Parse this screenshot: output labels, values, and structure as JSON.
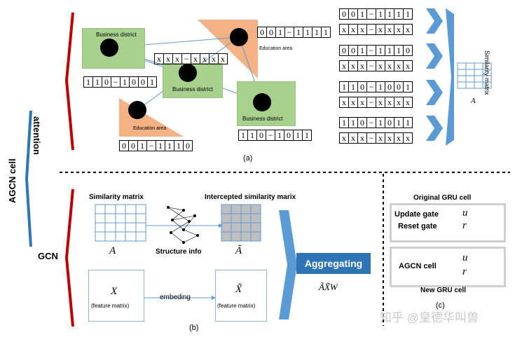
{
  "side_labels": {
    "agcn_cell": "AGCN cell",
    "attention": "attention",
    "gcn": "GCN"
  },
  "panel_a": {
    "caption": "(a)",
    "nodes": {
      "business_1": "Business district",
      "business_2": "Business district",
      "business_3": "Business district",
      "education_1": "Education area",
      "education_2": "Education area"
    },
    "codes": {
      "c_top_right": [
        "0",
        "0",
        "1",
        "−",
        "1",
        "1",
        "1",
        "1"
      ],
      "c_mid": [
        "x",
        "x",
        "x",
        "−",
        "x",
        "x",
        "x",
        "x"
      ],
      "c_left": [
        "1",
        "1",
        "0",
        "−",
        "1",
        "0",
        "0",
        "1"
      ],
      "c_bottom_left": [
        "0",
        "0",
        "1",
        "−",
        "1",
        "1",
        "1",
        "0"
      ],
      "c_bottom_right": [
        "1",
        "1",
        "0",
        "−",
        "1",
        "0",
        "1",
        "1"
      ]
    },
    "pairs": [
      {
        "top": [
          "0",
          "0",
          "1",
          "−",
          "1",
          "1",
          "1",
          "1"
        ],
        "bottom": [
          "x",
          "x",
          "x",
          "−",
          "x",
          "x",
          "x",
          "x"
        ]
      },
      {
        "top": [
          "0",
          "0",
          "1",
          "−",
          "1",
          "1",
          "1",
          "0"
        ],
        "bottom": [
          "x",
          "x",
          "x",
          "−",
          "x",
          "x",
          "x",
          "x"
        ]
      },
      {
        "top": [
          "1",
          "1",
          "0",
          "−",
          "1",
          "0",
          "0",
          "1"
        ],
        "bottom": [
          "x",
          "x",
          "x",
          "−",
          "x",
          "x",
          "x",
          "x"
        ]
      },
      {
        "top": [
          "1",
          "1",
          "0",
          "−",
          "1",
          "0",
          "1",
          "1"
        ],
        "bottom": [
          "x",
          "x",
          "x",
          "−",
          "x",
          "x",
          "x",
          "x"
        ]
      }
    ],
    "matrix_label": "Similarity matrix",
    "matrix_symbol": "A"
  },
  "panel_b": {
    "caption": "(b)",
    "similarity_title": "Similarity matrix",
    "similarity_symbol": "A",
    "structure_label": "Structure info",
    "intercepted_title": "Intercepted similarity marix",
    "intercepted_symbol": "Ã",
    "feature_symbol": "X",
    "feature_label": "(feature matrix)",
    "embed_label": "embeding",
    "feature2_symbol": "X̃",
    "feature2_label": "(feature matrix)",
    "aggregating_label": "Aggregating",
    "formula": "ÃX̃W"
  },
  "panel_c": {
    "caption": "(c)",
    "original_title": "Original GRU cell",
    "update_gate": "Update gate",
    "reset_gate": "Reset gate",
    "u": "u",
    "r": "r",
    "agcn_cell": "AGCN cell",
    "u2": "u",
    "r2": "r",
    "new_title": "New GRU cell"
  },
  "watermark": "知乎 @皇德华叫兽",
  "colors": {
    "red_bracket": "#c00000",
    "blue_bracket": "#2e75b6",
    "chevron": "#5b9bd5",
    "aggregating_bg": "#2e75b6"
  }
}
